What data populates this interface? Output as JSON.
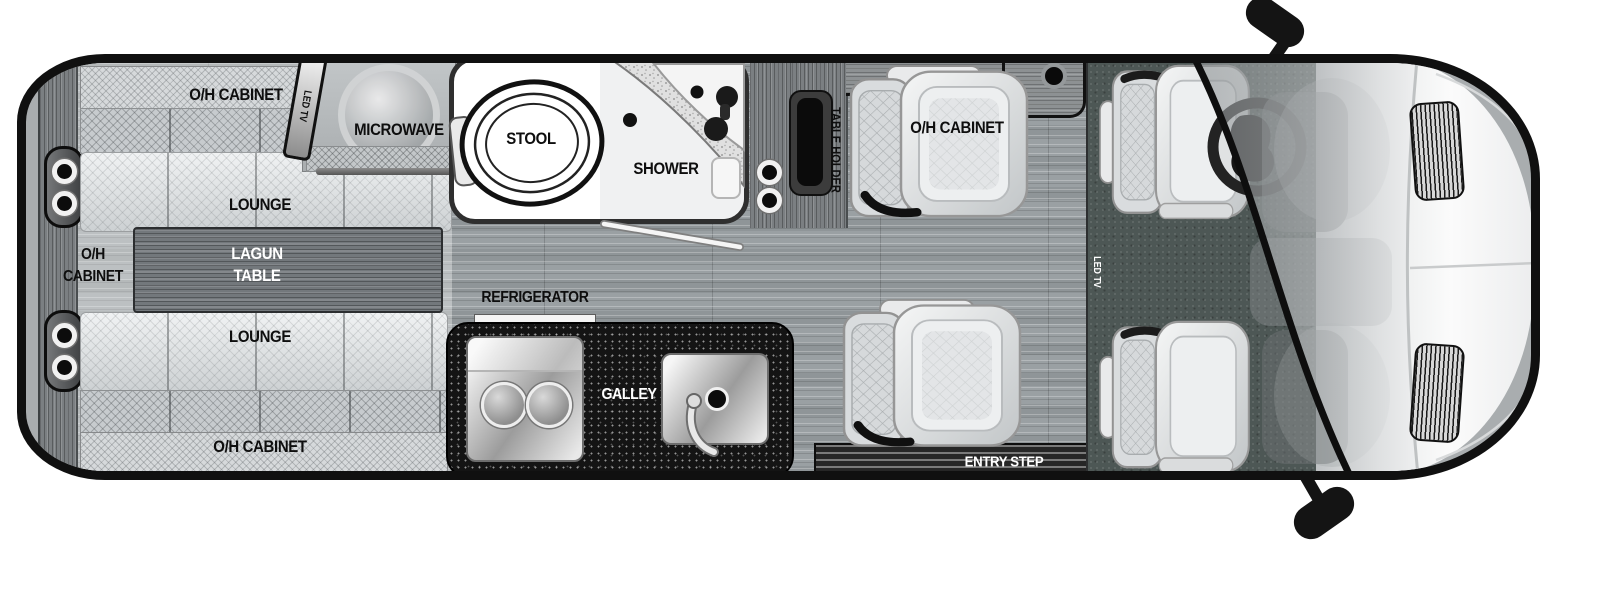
{
  "labels": {
    "rear_oh_cabinet_top": "O/H CABINET",
    "led_tv_rear": "LED TV",
    "microwave": "MICROWAVE",
    "stool": "STOOL",
    "shower": "SHOWER",
    "table_holder": "TABLE HOLDER",
    "mid_oh_cabinet": "O/H CABINET",
    "rear_wall_oh_line1": "O/H",
    "rear_wall_oh_line2": "CABINET",
    "lounge_top": "LOUNGE",
    "lagun_table_line1": "LAGUN",
    "lagun_table_line2": "TABLE",
    "lounge_bottom": "LOUNGE",
    "bottom_oh_cabinet": "O/H CABINET",
    "refrigerator": "REFRIGERATOR",
    "galley": "GALLEY",
    "entry_step": "ENTRY STEP",
    "led_tv_front": "LED TV"
  },
  "colors": {
    "outline": "#101010",
    "body_gray": "#a9adaf",
    "floor": "#9aa0a3",
    "cabinet_wood": "#8d9193",
    "table_wood": "#73787c",
    "counter_black": "#141414",
    "carpet_teal": "#4d5755",
    "label_dark": "#0e0e0e",
    "label_light": "#ffffff"
  }
}
